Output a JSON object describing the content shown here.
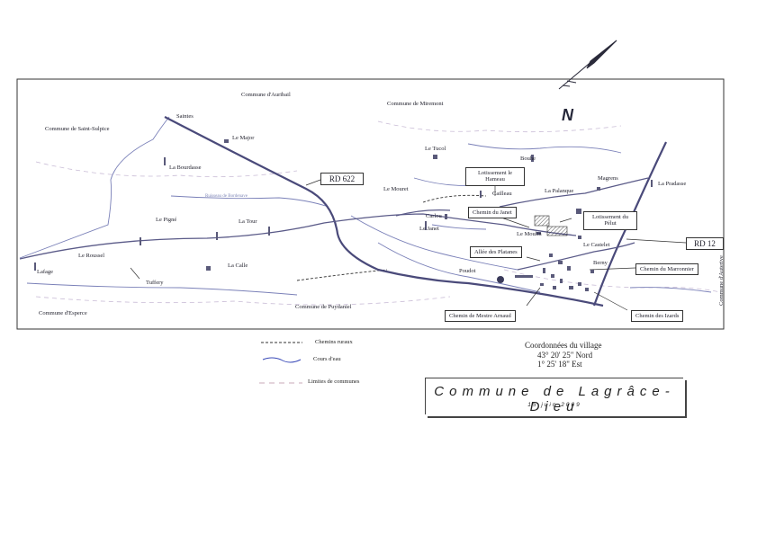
{
  "map": {
    "north_label": "N",
    "roads": [
      {
        "id": "rd622",
        "label": "RD 622"
      },
      {
        "id": "rd12",
        "label": "RD 12"
      }
    ],
    "communes": {
      "auribail": "Commune d'Auribail",
      "miremont": "Commune de Miremont",
      "saint_sulpice": "Commune de Saint-Sulpice",
      "esperce": "Commune d'Esperce",
      "puydaniel": "Commune de Puydaniel",
      "auterive": "Commune d'Auterive"
    },
    "places": {
      "saintes": "Saintes",
      "le_major": "Le Major",
      "la_bourdasse": "La Bourdasse",
      "le_tucol": "Le Tucol",
      "bouhe": "Bouhe",
      "magrens": "Magrens",
      "la_pradasse": "La Pradasse",
      "le_mouret": "Le Mouret",
      "carlou": "Carlou",
      "cailleau": "Cailleau",
      "la_palanque": "La Palanque",
      "le_janet": "Le Janet",
      "le_moulin": "Le Moulin",
      "le_castelet": "Le Castelet",
      "berny": "Berny",
      "poudot": "Poudot",
      "le_pigne": "Le Pigné",
      "la_tour": "La Tour",
      "le_roussel": "Le Roussel",
      "lafage": "Lafage",
      "tuffery": "Tuffery",
      "la_calle": "La Calle",
      "ruisseau": "Ruisseau de Bordenave"
    },
    "callouts": {
      "lot_hameau": "Lotissement le Hameau",
      "lot_pelut": "Lotissement du Pélut",
      "ch_janet": "Chemin du Janet",
      "allee_platanes": "Allée des Platanes",
      "ch_marronnier": "Chemin du Marronnier",
      "ch_mestre": "Chemin de Mestre Arnaud",
      "ch_izards": "Chemin des Izards"
    }
  },
  "legend": {
    "chemins_ruraux": "Chemins ruraux",
    "cours_eau": "Cours d'eau",
    "limites": "Limites de communes"
  },
  "coordinates": {
    "heading": "Coordonnées du village",
    "lat": "43° 20' 25\" Nord",
    "lon": "1° 25' 18\" Est"
  },
  "title": {
    "main": "Commune de Lagrâce-Dieu",
    "date": "15 juin 2009"
  },
  "colors": {
    "road": "#4a4a7a",
    "water": "#7a80b8",
    "boundary": "#b8a8c8",
    "ink": "#222"
  }
}
